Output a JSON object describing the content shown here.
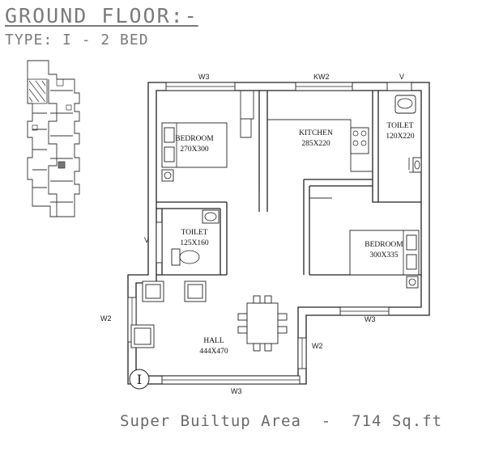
{
  "header": {
    "title": "GROUND FLOOR:-",
    "subtitle": "TYPE: I - 2 BED"
  },
  "rooms": [
    {
      "name": "BEDROOM",
      "size": "270X300"
    },
    {
      "name": "KITCHEN",
      "size": "285X220"
    },
    {
      "name": "TOILET",
      "size": "120X220"
    },
    {
      "name": "TOILET",
      "size": "125X160"
    },
    {
      "name": "BEDROOM",
      "size": "300X335"
    },
    {
      "name": "HALL",
      "size": "444X470"
    }
  ],
  "openings": {
    "w3_top": "W3",
    "kw2": "KW2",
    "v_top": "V",
    "v_left": "V",
    "w2_left": "W2",
    "w3_right": "W3",
    "w2_right": "W2",
    "w3_bottom": "W3"
  },
  "north_symbol": "I",
  "footer": {
    "area": "Super Builtup Area  -  714 Sq.ft"
  }
}
